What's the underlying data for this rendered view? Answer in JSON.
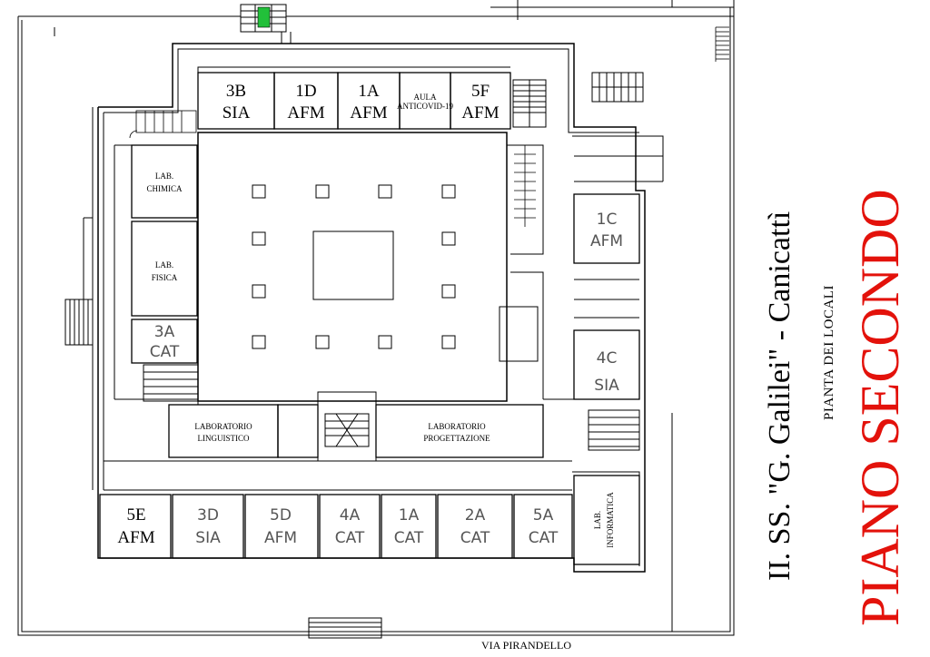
{
  "header": {
    "title": "II. SS. \"G. Galilei\" - Canicattì",
    "subtitle": "PIANTA DEI LOCALI",
    "floor": "PIANO SECONDO"
  },
  "street": "VIA PIRANDELLO",
  "colors": {
    "floor_title": "#e3120b",
    "lines": "#000000",
    "light_labels": "#555555",
    "stair_green": "#22c03a"
  },
  "rooms": {
    "r3b": {
      "line1": "3B",
      "line2": "SIA"
    },
    "r1d": {
      "line1": "1D",
      "line2": "AFM"
    },
    "r1a_top": {
      "line1": "1A",
      "line2": "AFM"
    },
    "aula": {
      "line1": "AULA",
      "line2": "ANTICOVID-19"
    },
    "r5f": {
      "line1": "5F",
      "line2": "AFM"
    },
    "chimica": {
      "line1": "LAB.",
      "line2": "CHIMICA"
    },
    "fisica": {
      "line1": "LAB.",
      "line2": "FISICA"
    },
    "r3a": {
      "line1": "3A",
      "line2": "CAT"
    },
    "r1c": {
      "line1": "1C",
      "line2": "AFM"
    },
    "r4c": {
      "line1": "4C",
      "line2": "SIA"
    },
    "linguistico": {
      "line1": "LABORATORIO",
      "line2": "LINGUISTICO"
    },
    "progettazione": {
      "line1": "LABORATORIO",
      "line2": "PROGETTAZIONE"
    },
    "r5e": {
      "line1": "5E",
      "line2": "AFM"
    },
    "r3d": {
      "line1": "3D",
      "line2": "SIA"
    },
    "r5d": {
      "line1": "5D",
      "line2": "AFM"
    },
    "r4a": {
      "line1": "4A",
      "line2": "CAT"
    },
    "r1a_bottom": {
      "line1": "1A",
      "line2": "CAT"
    },
    "r2a": {
      "line1": "2A",
      "line2": "CAT"
    },
    "r5a": {
      "line1": "5A",
      "line2": "CAT"
    },
    "informatica": {
      "line1": "LAB.",
      "line2": "INFORMATICA"
    }
  }
}
